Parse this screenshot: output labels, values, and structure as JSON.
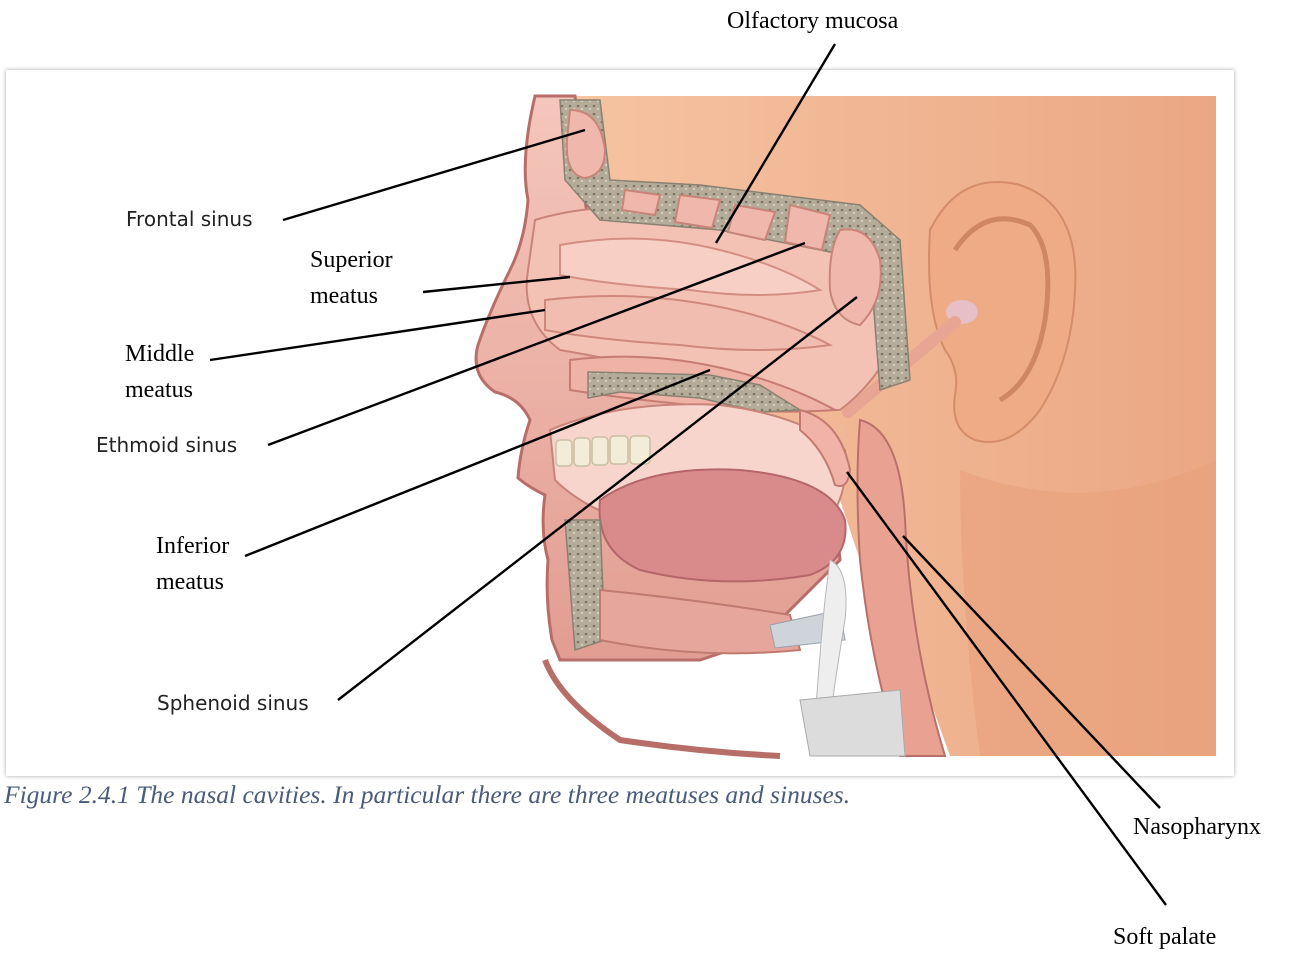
{
  "labels": {
    "olfactory_mucosa": "Olfactory mucosa",
    "frontal_sinus": "Frontal sinus",
    "superior_meatus_1": "Superior",
    "superior_meatus_2": "meatus",
    "middle_meatus_1": "Middle",
    "middle_meatus_2": "meatus",
    "ethmoid_sinus": "Ethmoid sinus",
    "inferior_meatus_1": "Inferior",
    "inferior_meatus_2": "meatus",
    "sphenoid_sinus": "Sphenoid sinus",
    "nasopharynx": "Nasopharynx",
    "soft_palate": "Soft palate"
  },
  "caption": {
    "text": "Figure 2.4.1 The nasal cavities. In particular there are three meatuses and sinuses.",
    "color": "#4a5b7a"
  },
  "colors": {
    "skin": "#f2b58f",
    "skin_dark": "#e09a78",
    "tissue": "#f1b9ad",
    "tissue_dark": "#d9857d",
    "bone": "#9e9584",
    "cavity": "#e7c3a8"
  }
}
